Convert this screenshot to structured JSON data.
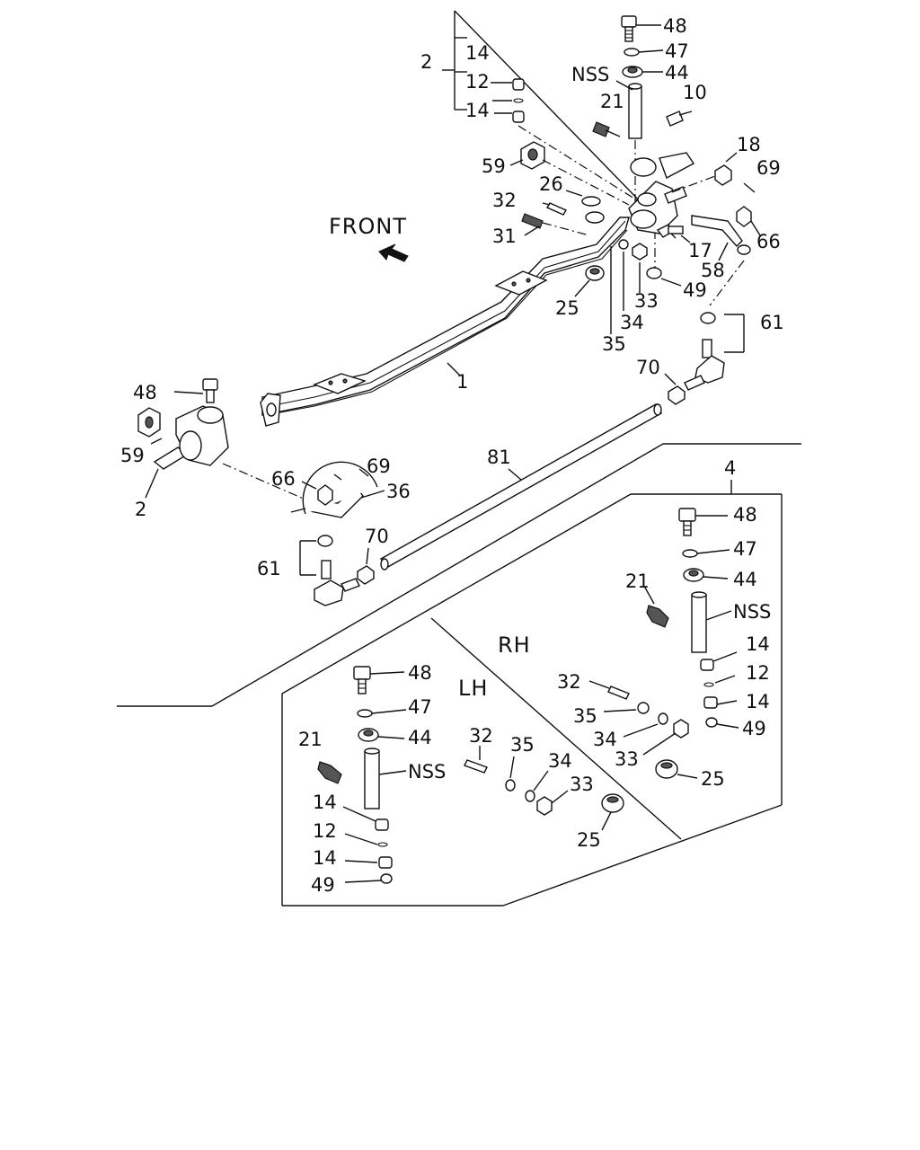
{
  "front_label": "FRONT",
  "rh_label": "RH",
  "lh_label": "LH",
  "callouts": {
    "c48_top": "48",
    "c47_top": "47",
    "c44_top": "44",
    "nss_top": "NSS",
    "c10": "10",
    "c21_top": "21",
    "c2_top": "2",
    "c14_a": "14",
    "c12_a": "12",
    "c14_b": "14",
    "c18": "18",
    "c69_top": "69",
    "c59_top": "59",
    "c26": "26",
    "c32_top": "32",
    "c31": "31",
    "c17": "17",
    "c66_top": "66",
    "c58": "58",
    "c49_top": "49",
    "c33_top": "33",
    "c34_top": "34",
    "c35_top": "35",
    "c25_top": "25",
    "c61_right": "61",
    "c1": "1",
    "c70_right": "70",
    "c48_left": "48",
    "c59_left": "59",
    "c2_left": "2",
    "c66_left": "66",
    "c69_left": "69",
    "c36": "36",
    "c81": "81",
    "c70_left": "70",
    "c61_left": "61",
    "c4": "4",
    "rh_48": "48",
    "rh_47": "47",
    "rh_44": "44",
    "rh_21": "21",
    "rh_nss": "NSS",
    "rh_14a": "14",
    "rh_12": "12",
    "rh_14b": "14",
    "rh_49": "49",
    "rh_32": "32",
    "rh_35": "35",
    "rh_34": "34",
    "rh_33": "33",
    "rh_25": "25",
    "lh_48": "48",
    "lh_47": "47",
    "lh_44": "44",
    "lh_21": "21",
    "lh_nss": "NSS",
    "lh_14a": "14",
    "lh_12": "12",
    "lh_14b": "14",
    "lh_49": "49",
    "lh_32": "32",
    "lh_35": "35",
    "lh_34": "34",
    "lh_33": "33",
    "lh_25": "25"
  }
}
